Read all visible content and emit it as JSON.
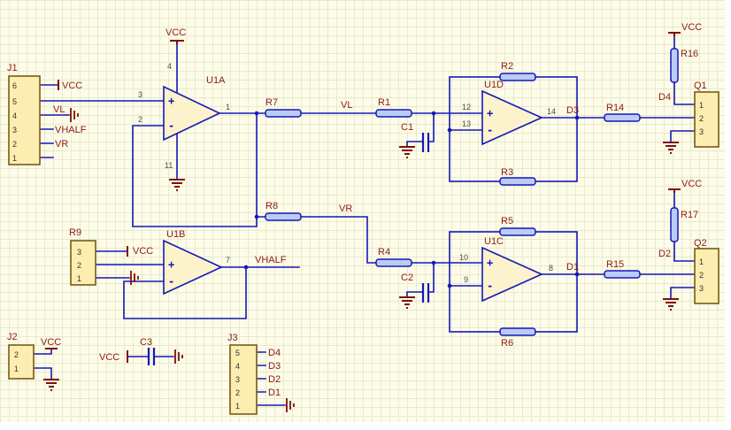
{
  "colors": {
    "wire": "#1717b8",
    "label": "#8e1c12",
    "power_symbol": "#7d1007",
    "pin_number": "#4d4d4d",
    "component_fill": "#b9cdf5",
    "connector_fill": "#fbeeb0",
    "opamp_fill": "#fcf3cc",
    "background": "#fcfce8"
  },
  "parts": {
    "j1": {
      "ref": "J1",
      "pins": [
        "6",
        "5",
        "4",
        "3",
        "2",
        "1"
      ]
    },
    "j2": {
      "ref": "J2",
      "pins": [
        "2",
        "1"
      ]
    },
    "j3": {
      "ref": "J3",
      "pins": [
        "5",
        "4",
        "3",
        "2",
        "1"
      ]
    },
    "r9": {
      "ref": "R9",
      "pins": [
        "3",
        "2",
        "1"
      ]
    },
    "q1": {
      "ref": "Q1",
      "pins": [
        "1",
        "2",
        "3"
      ]
    },
    "q2": {
      "ref": "Q2",
      "pins": [
        "1",
        "2",
        "3"
      ]
    },
    "u1a": {
      "ref": "U1A",
      "pin_plus": "3",
      "pin_minus": "2",
      "pin_out": "1",
      "pin_vcc": "4",
      "pin_gnd": "11"
    },
    "u1b": {
      "ref": "U1B",
      "pin_out": "7"
    },
    "u1c": {
      "ref": "U1C",
      "pin_plus": "10",
      "pin_minus": "9",
      "pin_out": "8"
    },
    "u1d": {
      "ref": "U1D",
      "pin_plus": "12",
      "pin_minus": "13",
      "pin_out": "14"
    }
  },
  "refs": {
    "r1": "R1",
    "r2": "R2",
    "r3": "R3",
    "r4": "R4",
    "r5": "R5",
    "r6": "R6",
    "r7": "R7",
    "r8": "R8",
    "r14": "R14",
    "r15": "R15",
    "r16": "R16",
    "r17": "R17",
    "c1": "C1",
    "c2": "C2",
    "c3": "C3"
  },
  "nets": {
    "vcc": "VCC",
    "vl": "VL",
    "vhalf": "VHALF",
    "vr": "VR",
    "d1": "D1",
    "d2": "D2",
    "d3": "D3",
    "d4": "D4"
  },
  "symbols": {
    "plus": "+",
    "minus": "-"
  }
}
